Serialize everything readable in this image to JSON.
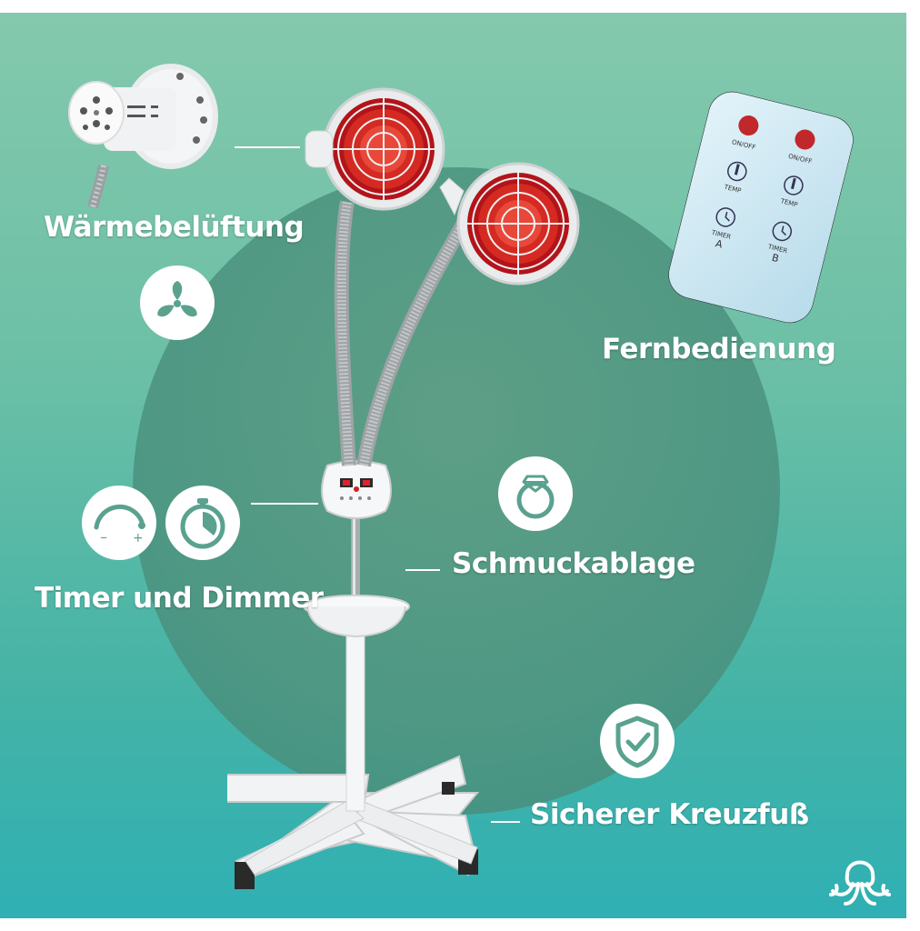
{
  "labels": {
    "ventilation": "Wärmebelüftung",
    "remote": "Fernbedienung",
    "timer_dimmer": "Timer und Dimmer",
    "tray": "Schmuckablage",
    "base": "Sicherer Kreuzfuß"
  },
  "remote_buttons": {
    "on_off_left": "ON/OFF",
    "on_off_right": "ON/OFF",
    "temp_left": "TEMP",
    "temp_right": "TEMP",
    "timer_a_1": "TIMER",
    "timer_a_2": "A",
    "timer_b_1": "TIMER",
    "timer_b_2": "B"
  },
  "dimmer_icon_signs": {
    "minus": "–",
    "plus": "+"
  },
  "icons": [
    "fan-icon",
    "dimmer-icon",
    "stopwatch-icon",
    "ring-icon",
    "shield-check-icon",
    "octopus-logo-icon"
  ],
  "colors": {
    "panel_top": "#84c9ad",
    "panel_bottom": "#2fb0b4",
    "circle": "#4e9682",
    "icon_color": "#5aa28f"
  }
}
